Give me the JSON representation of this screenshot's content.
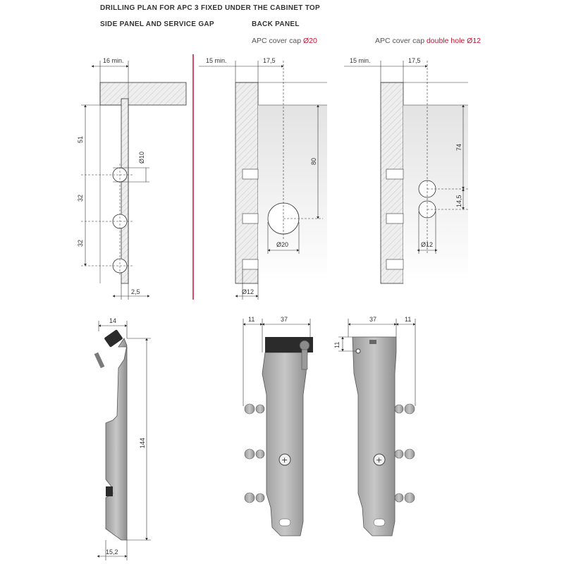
{
  "headings": {
    "title": "DRILLING PLAN FOR APC 3 FIXED UNDER THE CABINET TOP",
    "side_panel": "SIDE PANEL AND SERVICE GAP",
    "back_panel": "BACK PANEL"
  },
  "captions": {
    "cap20_prefix": "APC cover cap ",
    "cap20_highlight": "Ø20",
    "cap12_prefix": "APC cover cap ",
    "cap12_highlight": "double hole Ø12"
  },
  "colors": {
    "accent_red": "#c8102e",
    "line": "#333333",
    "panel_gray": "#e6e6e6",
    "bracket_gray": "#a9a9a9"
  },
  "dimensions": {
    "side": {
      "min16": "16 min.",
      "d51": "51",
      "d32a": "32",
      "d32b": "32",
      "dia10": "Ø10",
      "d25": "2,5"
    },
    "back20": {
      "min15": "15 min.",
      "d175": "17,5",
      "d80": "80",
      "dia20": "Ø20",
      "dia12": "Ø12"
    },
    "back12": {
      "min15": "15 min.",
      "d175": "17,5",
      "d74": "74",
      "d145": "14,5",
      "dia12": "Ø12"
    },
    "bracket_side": {
      "d14": "14",
      "d144": "144",
      "d152": "15,2"
    },
    "bracket_front": {
      "d11": "11",
      "d37": "37"
    },
    "bracket_back": {
      "d37": "37",
      "d11": "11",
      "d11v": "11"
    }
  }
}
